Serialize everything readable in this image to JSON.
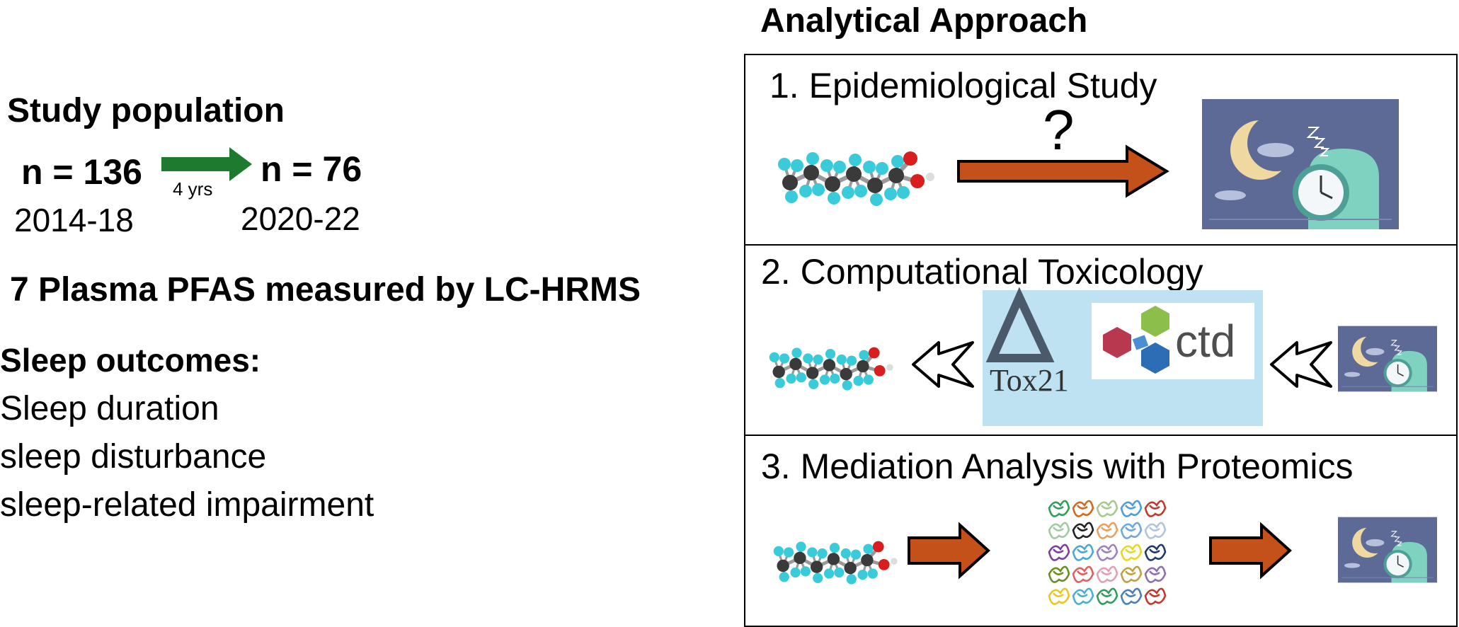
{
  "left": {
    "study_population_label": "Study population",
    "baseline_n": "n = 136",
    "baseline_years": "2014-18",
    "followup_interval": "4 yrs",
    "followup_n": "n = 76",
    "followup_years": "2020-22",
    "pfas_label": "7 Plasma PFAS measured by LC-HRMS",
    "sleep_outcomes_label": "Sleep outcomes:",
    "outcomes": [
      "Sleep duration",
      "sleep disturbance",
      "sleep-related impairment"
    ]
  },
  "right": {
    "heading": "Analytical Approach",
    "panels": [
      {
        "title": "1. Epidemiological Study",
        "question": "?"
      },
      {
        "title": "2. Computational Toxicology",
        "tox21_logo": "Tox21",
        "ctd_logo": "ctd"
      },
      {
        "title": "3. Mediation Analysis with Proteomics"
      }
    ]
  },
  "colors": {
    "arrow_orange": "#C4501A",
    "arrow_green": "#1E7A2E",
    "sleep_bg": "#5C6A95",
    "db_bg": "#BFE2F2",
    "molecule_cyan": "#3ACBDB",
    "molecule_carbon": "#3A3A3A",
    "molecule_oxygen": "#D81E1E"
  }
}
